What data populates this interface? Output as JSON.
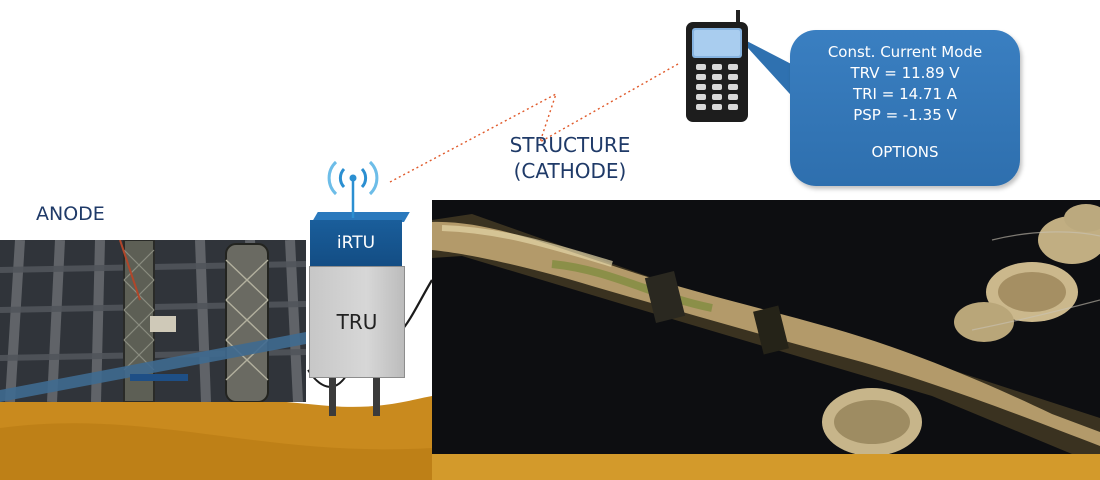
{
  "labels": {
    "anode": "ANODE",
    "structure_line1": "STRUCTURE",
    "structure_line2": "(CATHODE)",
    "tru": "TRU",
    "irtu": "iRTU"
  },
  "bubble": {
    "mode": "Const. Current Mode",
    "trv": "TRV = 11.89 V",
    "tri": "TRI = 14.71 A",
    "psp": "PSP = -1.35 V",
    "options": "OPTIONS"
  },
  "icons": {
    "wireless": "wireless-signal-icon",
    "phone": "mobile-phone-icon"
  },
  "colors": {
    "label_text": "#1f3a68",
    "irtu_blue": "#134d84",
    "bubble_blue": "#2e6fae",
    "ground": "#c8891c",
    "signal_line": "#e05a2b"
  }
}
